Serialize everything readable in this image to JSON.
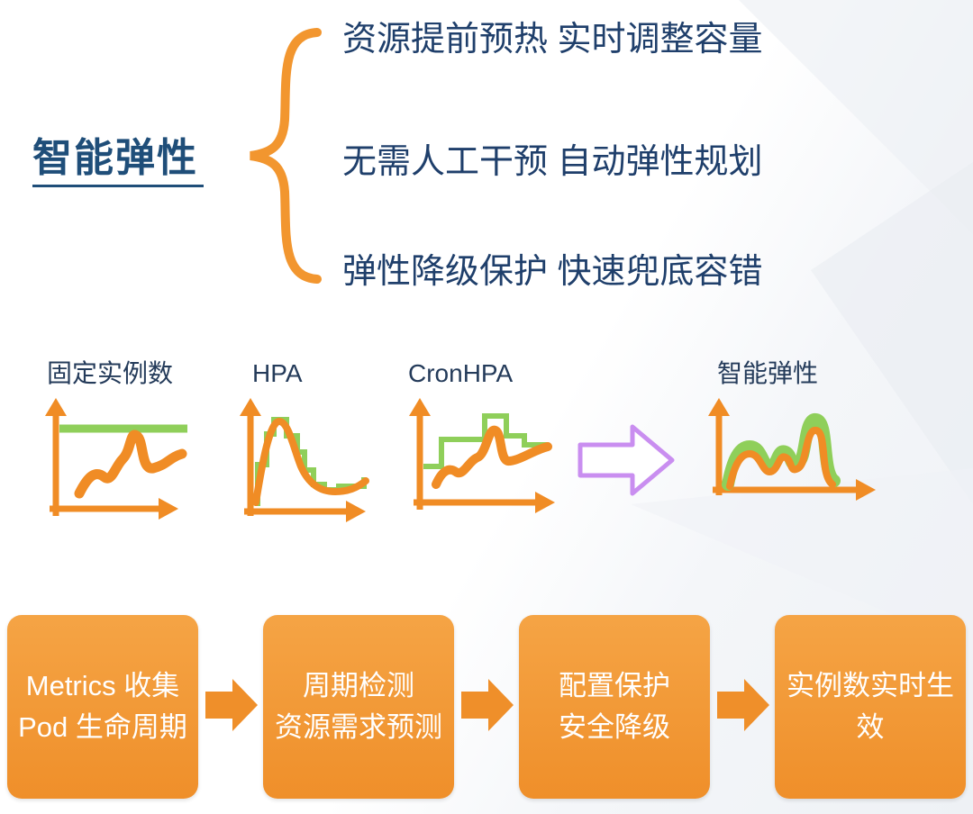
{
  "title": "智能弹性",
  "features": [
    "资源提前预热  实时调整容量",
    "无需人工干预  自动弹性规划",
    "弹性降级保护  快速兜底容错"
  ],
  "strategies": [
    {
      "label": "固定实例数"
    },
    {
      "label": "HPA"
    },
    {
      "label": "CronHPA"
    },
    {
      "label": "智能弹性"
    }
  ],
  "flow": [
    {
      "lines": [
        "Metrics 收集",
        "Pod 生命周期"
      ]
    },
    {
      "lines": [
        "周期检测",
        "资源需求预测"
      ]
    },
    {
      "lines": [
        "配置保护",
        "安全降级"
      ]
    },
    {
      "lines": [
        "实例数实时生",
        "效"
      ]
    }
  ],
  "colors": {
    "title": "#1f4e79",
    "text": "#1f3f6b",
    "orange": "#ef8f2a",
    "green": "#8fcf5a",
    "purple": "#c98ef0"
  }
}
